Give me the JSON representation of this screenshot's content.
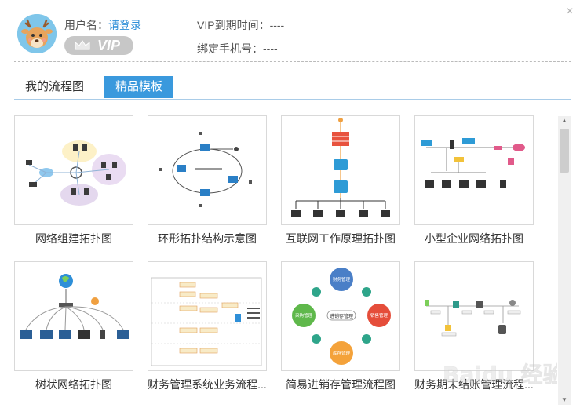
{
  "header": {
    "username_label": "用户名：",
    "login_link": "请登录",
    "vip_text": "VIP",
    "expire_label": "VIP到期时间：----",
    "phone_label": "绑定手机号：----"
  },
  "window": {
    "close_glyph": "×"
  },
  "tabs": [
    {
      "label": "我的流程图",
      "active": false
    },
    {
      "label": "精品模板",
      "active": true
    }
  ],
  "templates": [
    {
      "caption": "网络组建拓扑图"
    },
    {
      "caption": "环形拓扑结构示意图"
    },
    {
      "caption": "互联网工作原理拓扑图"
    },
    {
      "caption": "小型企业网络拓扑图"
    },
    {
      "caption": "树状网络拓扑图"
    },
    {
      "caption": "财务管理系统业务流程..."
    },
    {
      "caption": "简易进销存管理流程图"
    },
    {
      "caption": "财务期末结账管理流程..."
    }
  ],
  "thumb_texts": {
    "inventory_center": "进销存管理",
    "finance": "财务管理",
    "purchase": "采购管理",
    "sales": "销售管理",
    "stock": "库存管理"
  },
  "watermark_text": "Baidu 经验",
  "colors": {
    "accent": "#3a99dd",
    "link": "#2f8fd8",
    "vip_badge": "#c7c7c7"
  }
}
